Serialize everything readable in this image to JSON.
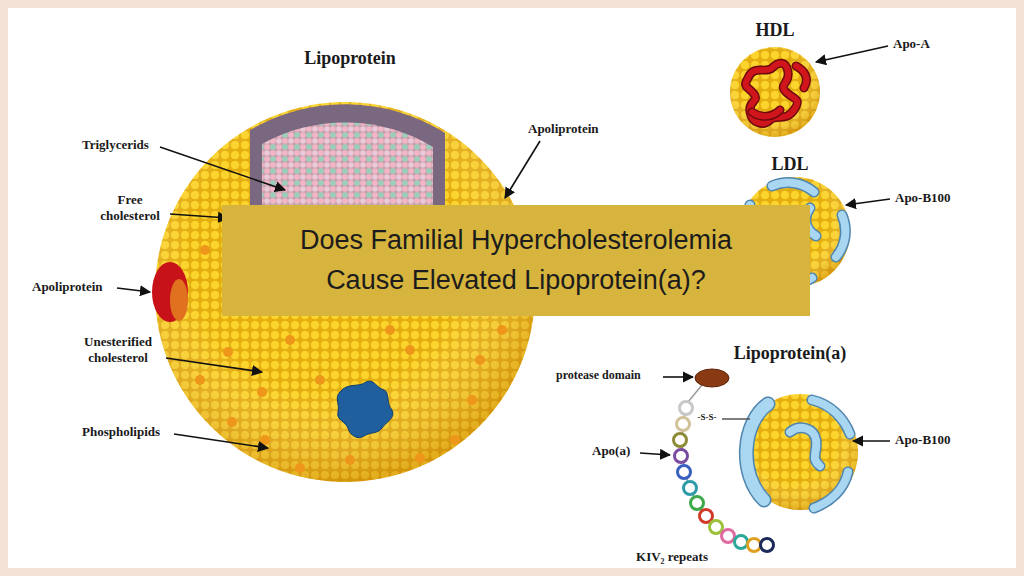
{
  "diagram": {
    "nodes": [
      {
        "text": [
          "Does Familial Hypercholesterolemia Cause Elevated Lipoprotein(a)?"
        ]
      }
    ],
    "labels": [
      "Lipoprotein",
      "Triglycerids",
      "Free cholesterol",
      "Apoliprotein",
      "Unesterified cholesterol",
      "Phospholipids",
      "Apoliprotein",
      "HDL",
      "Apo-A",
      "LDL",
      "Apo-B100",
      "Lipoprotein(a)",
      "protease domain",
      "-S-S-",
      "Apo(a)",
      "KIV₂ repeats",
      "Apo-B100"
    ]
  }
}
